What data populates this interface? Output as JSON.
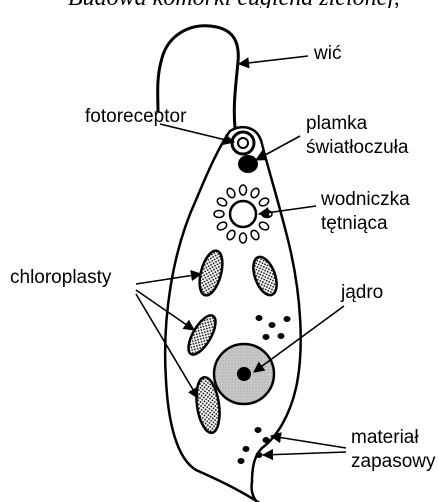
{
  "title_partial": "Budowa komórki euglena zielonej, j",
  "labels": {
    "wic": "wić",
    "fotoreceptor": "fotoreceptor",
    "plamka_line1": "plamka",
    "plamka_line2": "światłoczuła",
    "wodniczka_line1": "wodniczka",
    "wodniczka_line2": "tętniąca",
    "chloroplasty": "chloroplasty",
    "jadro": "jądro",
    "material_line1": "materiał",
    "material_line2": "zapasowy"
  },
  "colors": {
    "outline": "#000000",
    "nucleus_fill": "#c8c8c8",
    "background": "#ffffff"
  }
}
